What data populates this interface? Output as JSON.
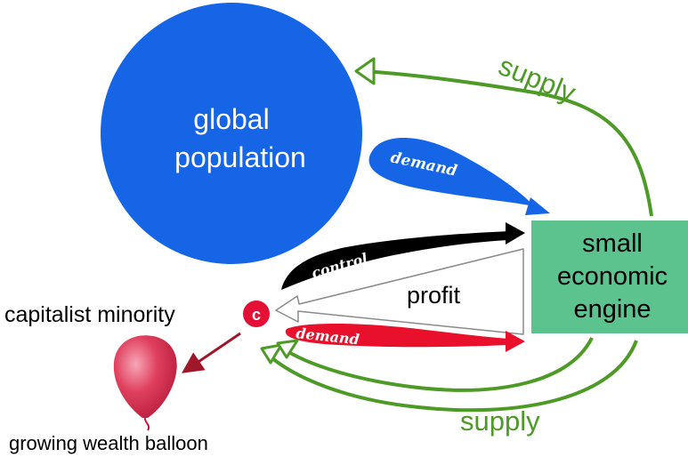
{
  "diagram": {
    "nodes": {
      "population": {
        "line1": "global",
        "line2": "population"
      },
      "engine": {
        "line1": "small",
        "line2": "economic",
        "line3": "engine"
      },
      "minority": {
        "label": "capitalist minority",
        "badge": "c"
      },
      "balloon": {
        "label": "growing wealth balloon"
      }
    },
    "flows": {
      "supply_top": "supply",
      "demand_top": "demand",
      "control": "control",
      "profit": "profit",
      "demand_bottom": "demand",
      "supply_bottom": "supply"
    },
    "colors": {
      "population": "#1565e6",
      "engine": "#5cc38e",
      "supply": "#4d9a26",
      "control": "#000000",
      "demand_bottom": "#e8102a",
      "badge": "#e41035",
      "balloon": "#d83a55",
      "balloon_arrow": "#a0162a"
    }
  }
}
